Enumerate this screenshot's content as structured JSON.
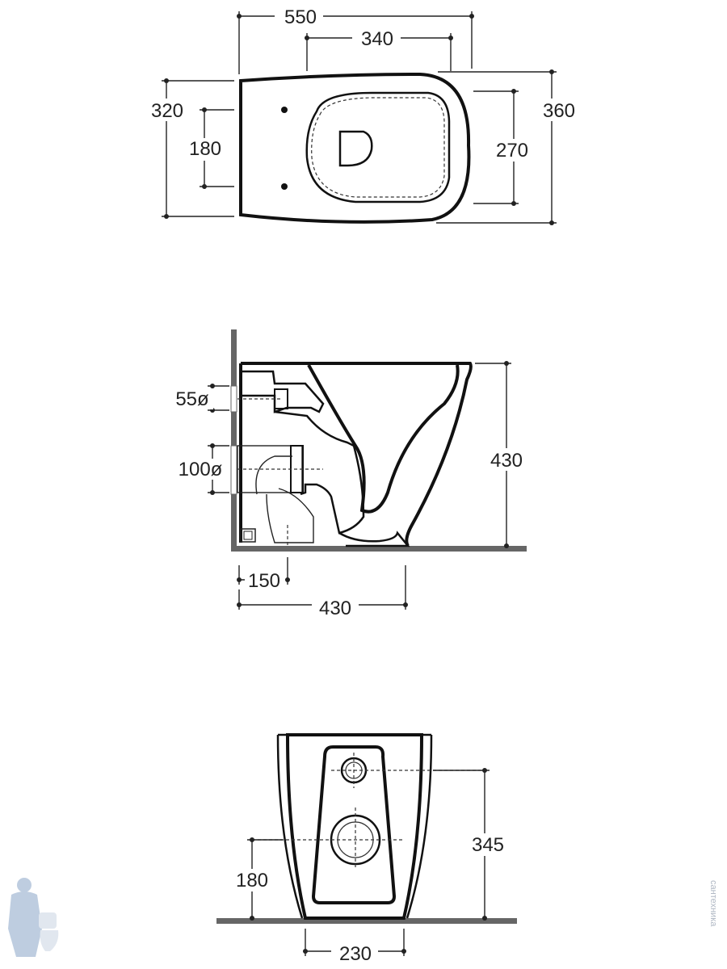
{
  "top_view": {
    "dims": {
      "overall_length": "550",
      "bowl_length": "340",
      "rear_width": "320",
      "fixing_spacing": "180",
      "bowl_width": "270",
      "overall_width": "360"
    }
  },
  "side_view": {
    "dims": {
      "water_inlet": "55ø",
      "waste_outlet": "100ø",
      "height": "430",
      "outlet_distance": "150",
      "depth": "430"
    }
  },
  "front_view": {
    "dims": {
      "inlet_height": "345",
      "outlet_height": "180",
      "base_width": "230"
    }
  },
  "watermark": {
    "text": "сантехника"
  }
}
